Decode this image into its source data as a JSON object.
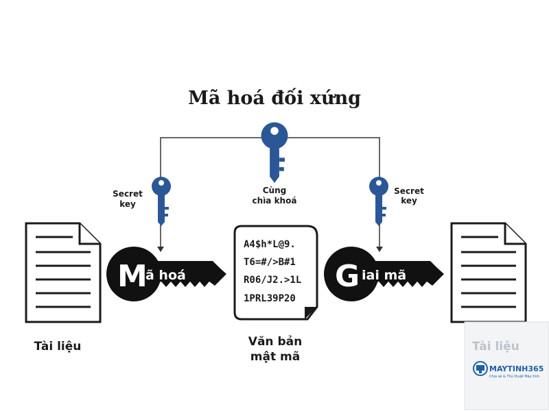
{
  "title": "Mã hoá đối xứng",
  "shared_key_label": [
    "Cùng",
    "chìa khoá"
  ],
  "left_key_label": [
    "Secret",
    "key"
  ],
  "right_key_label": [
    "Secret",
    "key"
  ],
  "encrypt": {
    "letter": "M",
    "text": "ã hoá"
  },
  "decrypt": {
    "letter": "G",
    "text": "iai mã"
  },
  "cipher_lines": [
    "A4$h*L@9.",
    "T6=#/>B#1",
    "R06/J2.>1L",
    "1PRL39P20"
  ],
  "left_doc_label": "Tài liệu",
  "cipher_doc_label": [
    "Văn bản",
    "mật mã"
  ],
  "right_doc_label": "Tài liệu",
  "watermark": {
    "brand": "MAYTINH365",
    "tagline": "Chia sẻ & Thủ thuật Máy tính"
  },
  "colors": {
    "key_blue": "#2b5797",
    "key_black": "#111111",
    "line": "#333333",
    "watermark_blue": "#1f5fa8"
  }
}
